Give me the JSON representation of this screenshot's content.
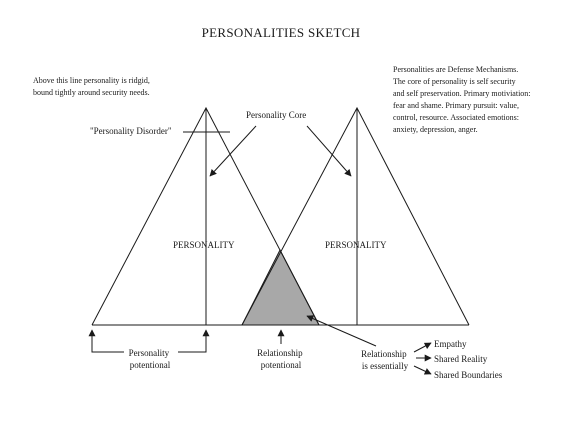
{
  "title": "PERSONALITIES SKETCH",
  "note_left": [
    "Above this line personality is ridgid,",
    "bound tightly around security needs."
  ],
  "note_right": [
    "Personalities are Defense Mechanisms.",
    "The core of personality is self security",
    "and self preservation. Primary motiviation:",
    "fear and shame. Primary pursuit: value,",
    "control, resource. Associated emotions:",
    "anxiety, depression, anger."
  ],
  "labels": {
    "personality_disorder": "\"Personality Disorder\"",
    "personality_core": "Personality Core",
    "personality_left": "PERSONALITY",
    "personality_right": "PERSONALITY",
    "personality_potential": [
      "Personality",
      "potentional"
    ],
    "relationship_potential": [
      "Relationship",
      "potentional"
    ],
    "relationship_essentially": [
      "Relationship",
      "is essentially"
    ]
  },
  "relationship_qualities": [
    "Empathy",
    "Shared Reality",
    "Shared Boundaries"
  ],
  "colors": {
    "line": "#1a1a1a",
    "overlap_fill": "#a8a8a8",
    "background": "#ffffff"
  }
}
